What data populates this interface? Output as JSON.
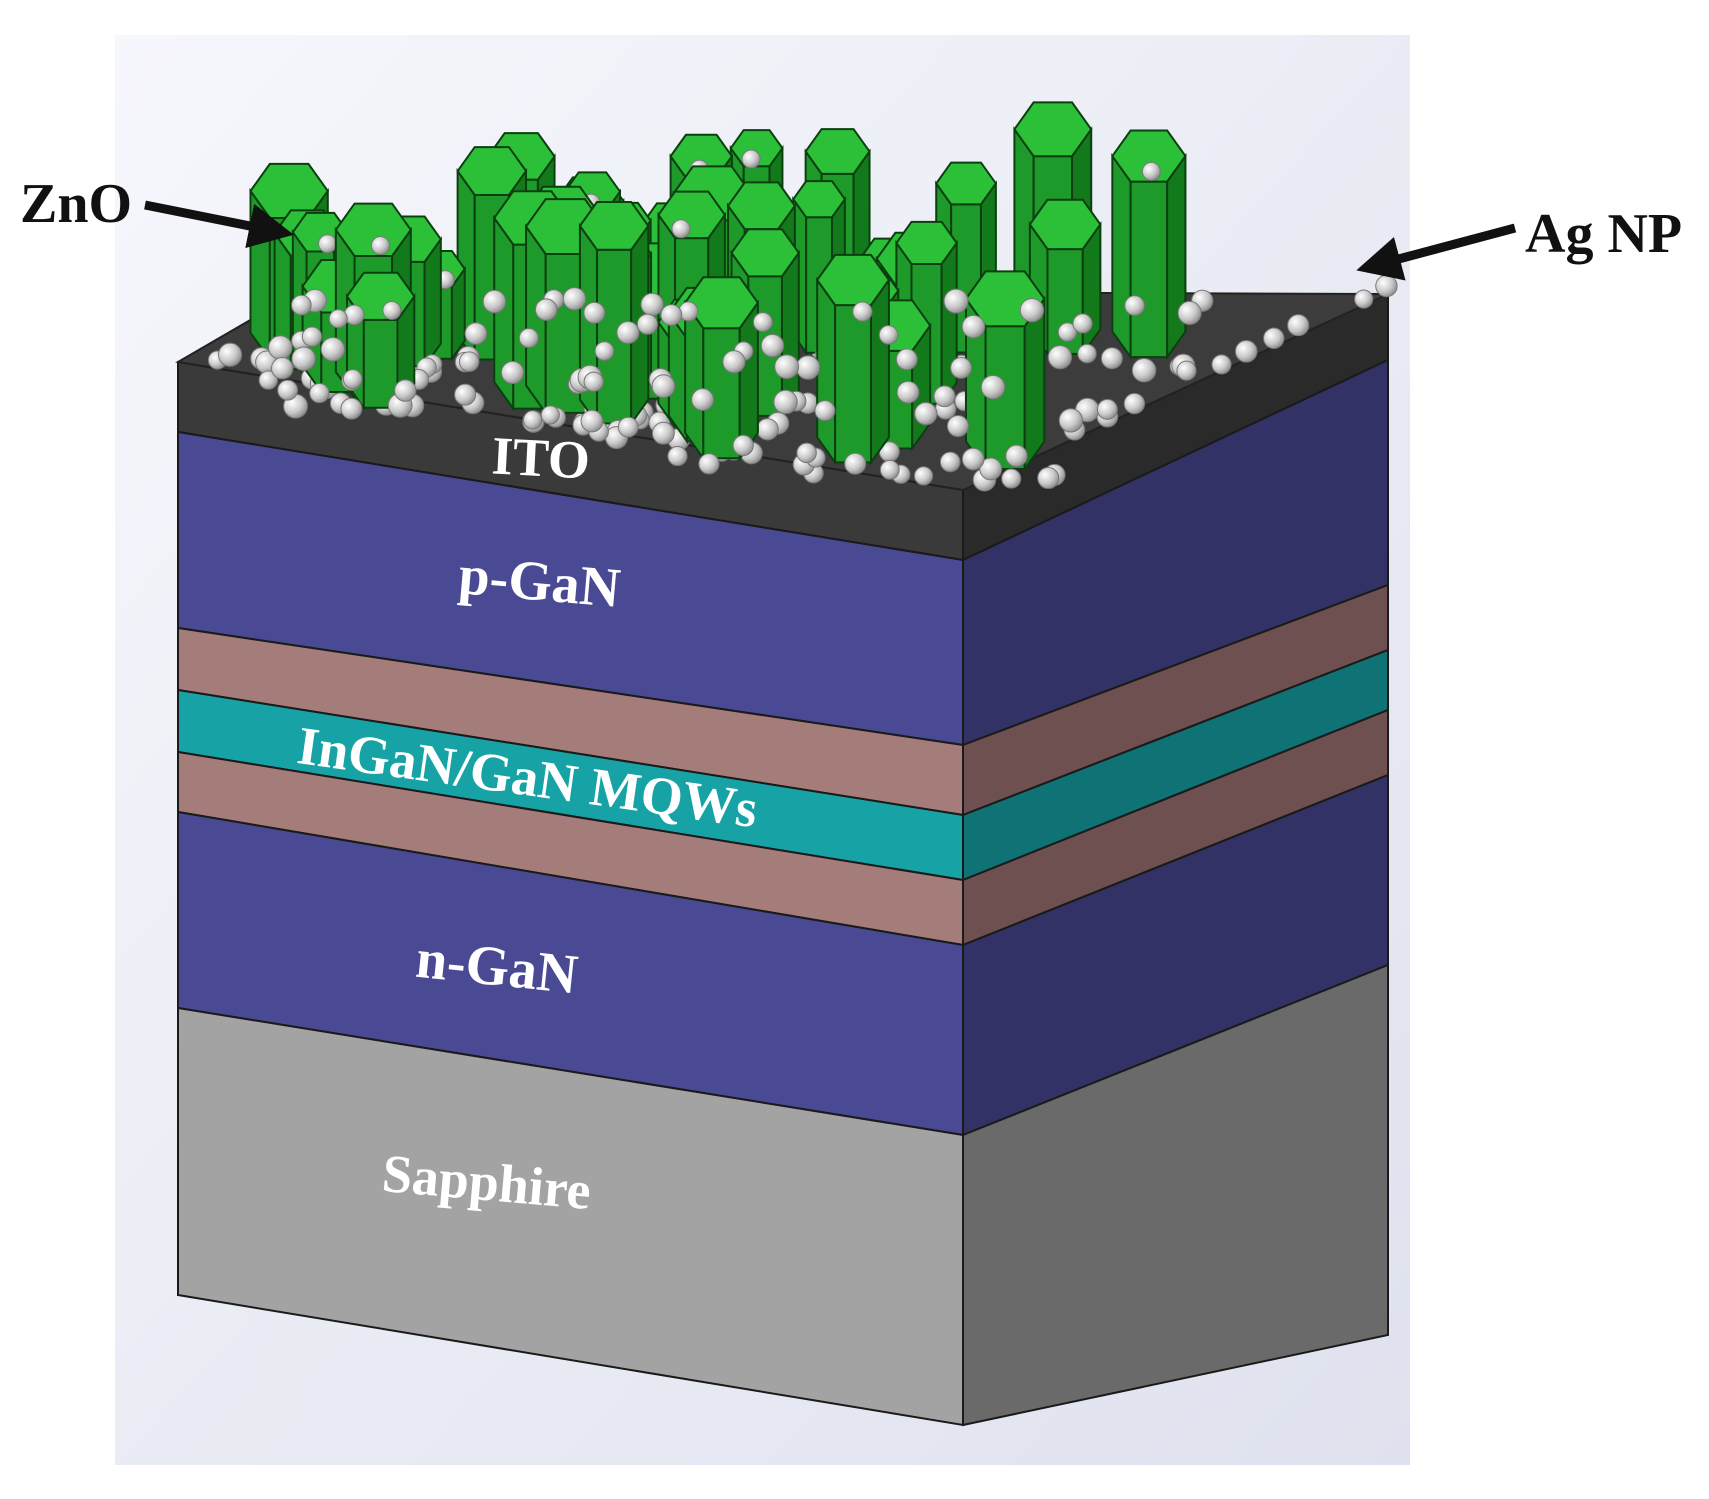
{
  "diagram": {
    "callouts": {
      "zno": "ZnO",
      "ag_np": "Ag NP"
    },
    "layers": [
      {
        "id": "ito",
        "label": "ITO",
        "front_color": "#3a3a3a",
        "side_color": "#2a2a2a"
      },
      {
        "id": "p-gan",
        "label": "p-GaN",
        "front_color": "#4a4a94",
        "side_color": "#323266"
      },
      {
        "id": "barrier-top",
        "label": "",
        "front_color": "#a47c7a",
        "side_color": "#6e5050"
      },
      {
        "id": "mqw",
        "label": "InGaN/GaN MQWs",
        "front_color": "#17a3a6",
        "side_color": "#0f7275"
      },
      {
        "id": "barrier-bottom",
        "label": "",
        "front_color": "#a47c7a",
        "side_color": "#6e5050"
      },
      {
        "id": "n-gan",
        "label": "n-GaN",
        "front_color": "#4a4a94",
        "side_color": "#323266"
      },
      {
        "id": "sapphire",
        "label": "Sapphire",
        "front_color": "#a3a3a3",
        "side_color": "#6a6a6a"
      }
    ],
    "colors": {
      "zno_crystal": "#1e9a2a",
      "zno_crystal_dark": "#137a1c",
      "zno_crystal_light": "#2cbf38",
      "ag_particle": "#c8c8c8",
      "ito_top": "#3c3c3c",
      "background_tint": "#eef0f8"
    }
  }
}
